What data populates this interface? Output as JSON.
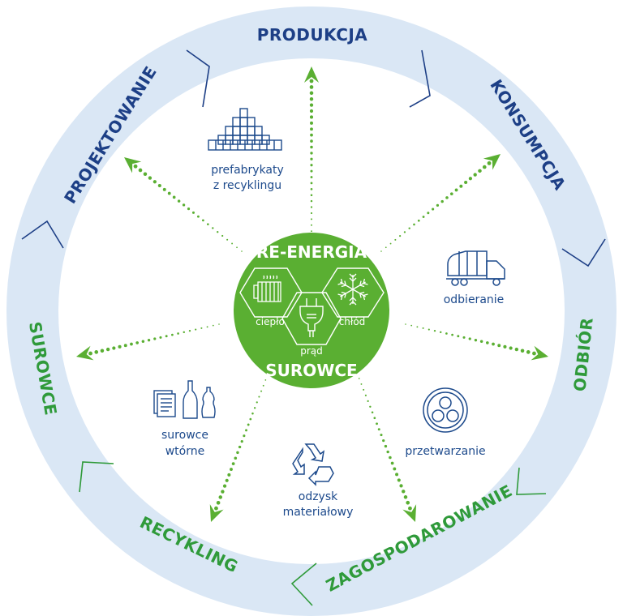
{
  "diagram": {
    "ring_stages": [
      {
        "id": "produkcja",
        "label": "PRODUKCJA",
        "color": "#1d3f86"
      },
      {
        "id": "konsumpcja",
        "label": "KONSUMPCJA",
        "color": "#1d3f86"
      },
      {
        "id": "odbior",
        "label": "ODBIÓR",
        "color": "#2f9a3a"
      },
      {
        "id": "zagospodarowanie",
        "label": "ZAGOSPODAROWANIE",
        "color": "#2f9a3a"
      },
      {
        "id": "recykling",
        "label": "RECYKLING",
        "color": "#2f9a3a"
      },
      {
        "id": "surowce",
        "label": "SUROWCE",
        "color": "#2f9a3a"
      },
      {
        "id": "projektowanie",
        "label": "PROJEKTOWANIE",
        "color": "#1d3f86"
      }
    ],
    "center": {
      "title_top": "RE-ENERGIA",
      "title_bottom": "SUROWCE",
      "hexes": [
        {
          "label": "ciepło",
          "icon": "radiator-icon"
        },
        {
          "label": "prąd",
          "icon": "plug-icon"
        },
        {
          "label": "chłód",
          "icon": "snowflake-icon"
        }
      ]
    },
    "nodes": [
      {
        "id": "prefabrykaty",
        "label_lines": [
          "prefabrykaty",
          "z recyklingu"
        ],
        "icon": "blocks-pyramid-icon"
      },
      {
        "id": "odbieranie",
        "label_lines": [
          "odbieranie"
        ],
        "icon": "garbage-truck-icon"
      },
      {
        "id": "przetwarzanie",
        "label_lines": [
          "przetwarzanie"
        ],
        "icon": "gear-icon"
      },
      {
        "id": "odzysk",
        "label_lines": [
          "odzysk",
          "materiałowy"
        ],
        "icon": "recycle-icon"
      },
      {
        "id": "surowce-wtorne",
        "label_lines": [
          "surowce",
          "wtórne"
        ],
        "icon": "paper-bottles-icon"
      }
    ],
    "colors": {
      "ring": "#dae7f5",
      "center": "#5aaf32",
      "arrow": "#5aaf32",
      "navy": "#1d3f86",
      "green_text": "#2f9a3a",
      "icon": "#1d4a8c"
    }
  }
}
